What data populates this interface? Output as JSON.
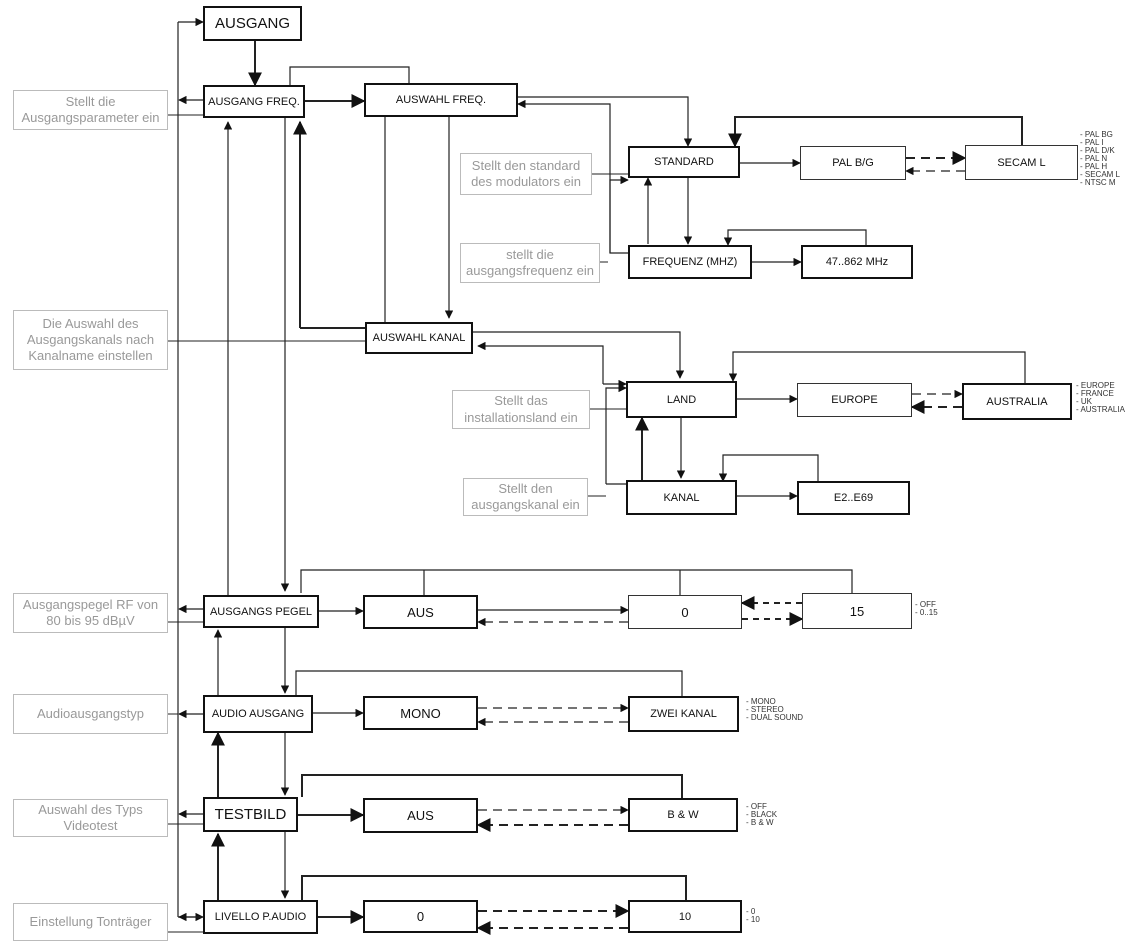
{
  "menus": {
    "ausgang": "AUSGANG",
    "ausgang_freq": "AUSGANG FREQ.",
    "auswahl_freq": "AUSWAHL FREQ.",
    "standard": "STANDARD",
    "pal_bg": "PAL B/G",
    "secam_l": "SECAM L",
    "frequenz": "FREQUENZ (MHZ)",
    "freq_range": "47..862  MHz",
    "auswahl_kanal": "AUSWAHL KANAL",
    "land": "LAND",
    "europe": "EUROPE",
    "australia": "AUSTRALIA",
    "kanal": "KANAL",
    "kanal_range": "E2..E69",
    "ausgangs_pegel": "AUSGANGS PEGEL",
    "pegel_aus": "AUS",
    "pegel_0": "0",
    "pegel_15": "15",
    "audio_ausgang": "AUDIO AUSGANG",
    "mono": "MONO",
    "zwei_kanal": "ZWEI KANAL",
    "testbild": "TESTBILD",
    "testbild_aus": "AUS",
    "bw": "B & W",
    "livello": "LIVELLO P.AUDIO",
    "livello_0": "0",
    "livello_10": "10"
  },
  "notes": {
    "ausgang_freq": "Stellt die Ausgangsparameter ein",
    "standard": "Stellt den standard des modulators ein",
    "frequenz": "stellt die ausgangsfrequenz ein",
    "auswahl_kanal": "Die Auswahl des Ausgangskanals nach Kanalname einstellen",
    "land": "Stellt das installationsland ein",
    "kanal": "Stellt den ausgangskanal ein",
    "pegel": "Ausgangspegel RF von 80 bis 95 dBµV",
    "audio": "Audioausgangstyp",
    "testbild": "Auswahl des Typs Videotest",
    "livello": "Einstellung Tonträger"
  },
  "option_lists": {
    "standard": [
      "- PAL BG",
      "- PAL I",
      "- PAL D/K",
      "- PAL N",
      "- PAL H",
      "- SECAM L",
      "- NTSC M"
    ],
    "land": [
      "- EUROPE",
      "- FRANCE",
      "- UK",
      "- AUSTRALIA"
    ],
    "pegel": [
      "- OFF",
      "- 0..15"
    ],
    "audio": [
      "- MONO",
      "- STEREO",
      "- DUAL SOUND"
    ],
    "testbild": [
      "- OFF",
      "- BLACK",
      "- B & W"
    ],
    "livello": [
      "- 0",
      "- 10"
    ]
  }
}
